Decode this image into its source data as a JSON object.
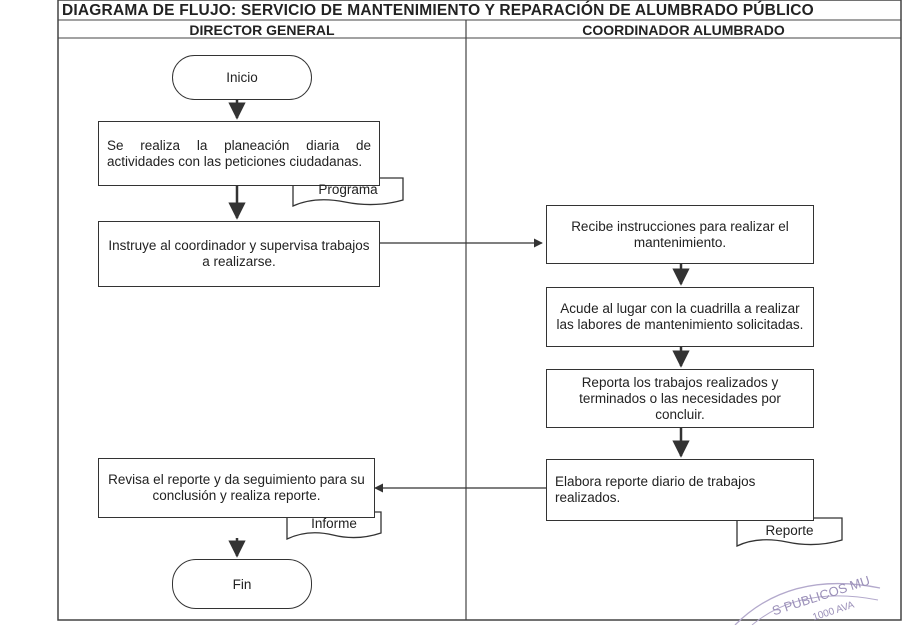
{
  "title": "DIAGRAMA DE FLUJO: SERVICIO DE MANTENIMIENTO Y REPARACIÓN DE ALUMBRADO PÚBLICO",
  "lanes": {
    "left": "DIRECTOR GENERAL",
    "right": "COORDINADOR ALUMBRADO"
  },
  "nodes": {
    "inicio": "Inicio",
    "planeacion": "Se realiza la planeación diaria de actividades con las peticiones ciudadanas.",
    "programa": "Programa",
    "instruye": "Instruye al coordinador y supervisa trabajos a realizarse.",
    "recibe": "Recibe instrucciones para realizar el mantenimiento.",
    "acude": "Acude al lugar con la cuadrilla a realizar las labores de mantenimiento solicitadas.",
    "reporta": "Reporta los trabajos realizados y terminados o las necesidades por concluir.",
    "elabora": "Elabora reporte diario de trabajos realizados.",
    "reporte": "Reporte",
    "revisa": "Revisa el reporte y da seguimiento para su conclusión y realiza reporte.",
    "informe": "Informe",
    "fin": "Fin"
  },
  "stamp": {
    "line1": "S PUBLICOS MU",
    "line2": "1000 AVA"
  },
  "colors": {
    "line": "#333333",
    "stamp": "#9a8fb8"
  }
}
